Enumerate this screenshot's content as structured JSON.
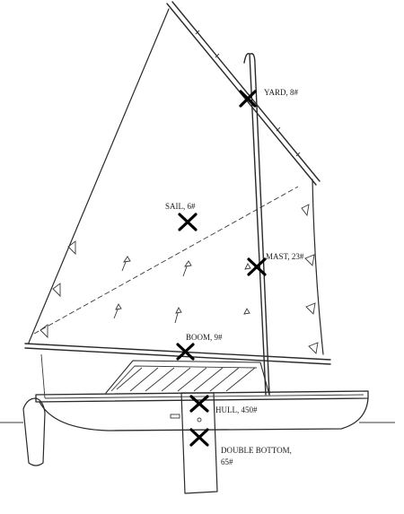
{
  "labels": {
    "yard": "YARD, 8#",
    "sail": "SAIL, 6#",
    "mast": "MAST, 23#",
    "boom": "BOOM, 9#",
    "hull": "HULL, 450#",
    "double_bottom_1": "DOUBLE BOTTOM,",
    "double_bottom_2": "65#"
  },
  "colors": {
    "ink": "#2a2a2a",
    "marker": "#000000",
    "paper": "#ffffff"
  }
}
